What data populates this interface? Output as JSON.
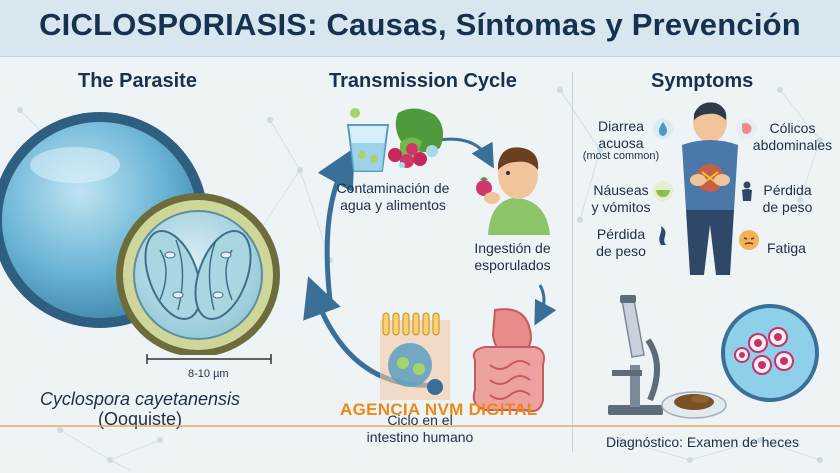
{
  "header": {
    "title": "CICLOSPORIASIS: Causas, Síntomas y Prevención"
  },
  "sections": {
    "parasite": "The Parasite",
    "transmission": "Transmission Cycle",
    "symptoms": "Symptoms"
  },
  "parasite": {
    "scale_label": "8-10 µm",
    "species_name": "Cyclospora cayetanensis",
    "form_label": "(Ooquiste)"
  },
  "transmission": {
    "step1_label": "Contaminación de\nagua y alimentos",
    "step2_label": "Ingestión de\nesporulados",
    "step3_label": "Ciclo en el\nintestino humano"
  },
  "symptoms": {
    "left": [
      {
        "label": "Diarrea\nacuosa",
        "note": "(most common)",
        "icon": "water-drop-icon"
      },
      {
        "label": "Náuseas\ny vómitos",
        "icon": "bowl-icon"
      },
      {
        "label": "Pérdida\nde peso",
        "icon": "body-figure-icon"
      }
    ],
    "right": [
      {
        "label": "Cólicos\nabdominales",
        "icon": "stomach-pain-icon"
      },
      {
        "label": "Pérdida\nde peso",
        "icon": "body-silhouette-icon"
      },
      {
        "label": "Fatiga",
        "icon": "tired-face-icon"
      }
    ]
  },
  "diagnosis": {
    "label": "Diagnóstico: Examen de heces"
  },
  "watermark": "AGENCIA NVM DIGITAL",
  "colors": {
    "title": "#17324f",
    "cycle_arrow": "#3a6f97",
    "parasite_blue": "#6bb5d6",
    "parasite_olive": "#cfd69a",
    "watermark": "#e98a16"
  }
}
